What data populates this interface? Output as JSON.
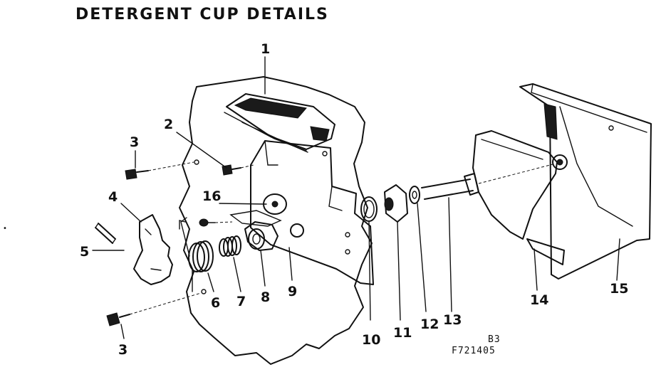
{
  "title": "DETERGENT CUP DETAILS",
  "labels": {
    "l1": "1",
    "l2": "2",
    "l3a": "3",
    "l3b": "3",
    "l4": "4",
    "l5": "5",
    "l6": "6",
    "l7": "7",
    "l8": "8",
    "l9": "9",
    "l10": "10",
    "l11": "11",
    "l12": "12",
    "l13": "13",
    "l14": "14",
    "l15": "15",
    "l16": "16"
  },
  "codes": {
    "sheet": "B3",
    "part_number": "F721405"
  },
  "margin_mark": "•"
}
